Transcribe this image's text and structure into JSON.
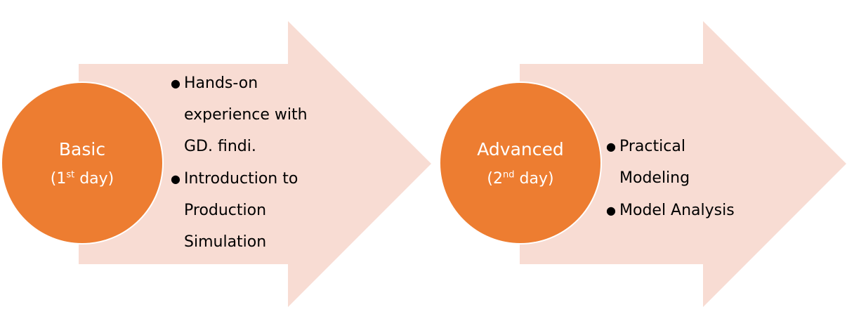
{
  "colors": {
    "arrow_fill": "#F8DCD3",
    "circle_fill": "#ED7D31",
    "circle_text": "#FFFFFF",
    "bullet_text": "#000000"
  },
  "stages": [
    {
      "title": "Basic",
      "sub_prefix": "(1",
      "sub_sup": "st",
      "sub_suffix": " day)",
      "bullets": [
        "Hands-on experience with GD. findi.",
        "Introduction to Production Simulation"
      ]
    },
    {
      "title": "Advanced",
      "sub_prefix": "(2",
      "sub_sup": "nd",
      "sub_suffix": " day)",
      "bullets": [
        "Practical Modeling",
        "Model Analysis"
      ]
    }
  ]
}
